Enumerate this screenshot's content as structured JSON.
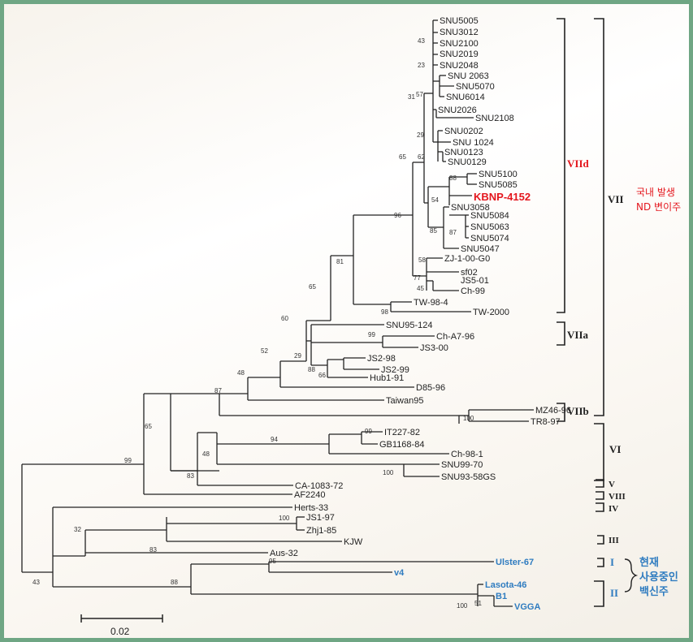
{
  "leaves": [
    {
      "label": "SNU5005"
    },
    {
      "label": "SNU3012"
    },
    {
      "label": "SNU2100"
    },
    {
      "label": "SNU2019"
    },
    {
      "label": "SNU2048"
    },
    {
      "label": "SNU 2063"
    },
    {
      "label": "SNU5070"
    },
    {
      "label": "SNU6014"
    },
    {
      "label": "SNU2026"
    },
    {
      "label": "SNU2108"
    },
    {
      "label": "SNU0202"
    },
    {
      "label": "SNU 1024"
    },
    {
      "label": "SNU0123"
    },
    {
      "label": "SNU0129"
    },
    {
      "label": "SNU5100"
    },
    {
      "label": "SNU5085"
    },
    {
      "label": "KBNP-4152",
      "highlight": "#e4161d"
    },
    {
      "label": "SNU3058"
    },
    {
      "label": "SNU5084"
    },
    {
      "label": "SNU5063"
    },
    {
      "label": "SNU5074"
    },
    {
      "label": "SNU5047"
    },
    {
      "label": "ZJ-1-00-G0"
    },
    {
      "label": "sf02"
    },
    {
      "label": "JS5-01"
    },
    {
      "label": "Ch-99"
    },
    {
      "label": "TW-98-4"
    },
    {
      "label": "TW-2000"
    },
    {
      "label": "SNU95-124"
    },
    {
      "label": "Ch-A7-96"
    },
    {
      "label": "JS3-00"
    },
    {
      "label": "JS2-98"
    },
    {
      "label": "JS2-99"
    },
    {
      "label": "Hub1-91"
    },
    {
      "label": "D85-96"
    },
    {
      "label": "Taiwan95"
    },
    {
      "label": "MZ46-96"
    },
    {
      "label": "TR8-97"
    },
    {
      "label": "IT227-82"
    },
    {
      "label": "GB1168-84"
    },
    {
      "label": "Ch-98-1"
    },
    {
      "label": "SNU99-70"
    },
    {
      "label": "SNU93-58GS"
    },
    {
      "label": "CA-1083-72"
    },
    {
      "label": "AF2240"
    },
    {
      "label": "Herts-33"
    },
    {
      "label": "JS1-97"
    },
    {
      "label": "Zhj1-85"
    },
    {
      "label": "KJW"
    },
    {
      "label": "Aus-32"
    },
    {
      "label": "Ulster-67",
      "highlight": "#2f7cc0"
    },
    {
      "label": "v4",
      "highlight": "#2f7cc0"
    },
    {
      "label": "Lasota-46",
      "highlight": "#2f7cc0"
    },
    {
      "label": "B1",
      "highlight": "#2f7cc0"
    },
    {
      "label": "VGGA",
      "highlight": "#2f7cc0"
    }
  ],
  "bootstrap_values": [
    "43",
    "23",
    "31",
    "57",
    "29",
    "65",
    "62",
    "88",
    "54",
    "85",
    "87",
    "58",
    "77",
    "45",
    "96",
    "81",
    "98",
    "65",
    "60",
    "99",
    "29",
    "88",
    "66",
    "52",
    "48",
    "87",
    "100",
    "65",
    "99",
    "99",
    "94",
    "48",
    "83",
    "100",
    "32",
    "100",
    "83",
    "43",
    "95",
    "88",
    "100",
    "51"
  ],
  "groups": {
    "VIId": {
      "label": "VIId",
      "color": "#e4161d"
    },
    "VII": {
      "label": "VII"
    },
    "VIIa": {
      "label": "VIIa"
    },
    "VIIb": {
      "label": "VIIb"
    },
    "VI": {
      "label": "VI"
    },
    "V": {
      "label": "V"
    },
    "VIII": {
      "label": "VIII"
    },
    "IV": {
      "label": "IV"
    },
    "III": {
      "label": "III"
    },
    "I": {
      "label": "I",
      "color": "#2f7cc0"
    },
    "II": {
      "label": "II",
      "color": "#2f7cc0"
    }
  },
  "annotations": {
    "korean_outbreak": {
      "line1": "국내 발생",
      "line2": "ND 변이주",
      "color": "#e4161d"
    },
    "vaccine": {
      "line1": "현재",
      "line2": "사용중인",
      "line3": "백신주",
      "color": "#2f7cc0"
    }
  },
  "scale_bar": {
    "label": "0.02"
  }
}
